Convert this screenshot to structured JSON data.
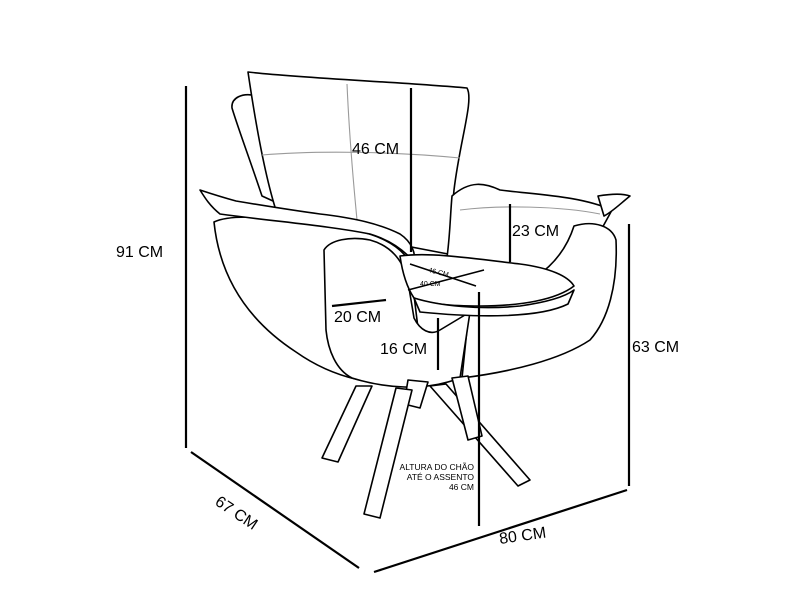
{
  "dimensions": {
    "total_height": "91 CM",
    "backrest_height": "46 CM",
    "armrest_to_seat": "23 CM",
    "arm_height": "63 CM",
    "arm_width": "20 CM",
    "seat_thickness": "16 CM",
    "seat_depth": "46 CM",
    "seat_width": "40 CM",
    "depth": "67 CM",
    "width": "80 CM"
  },
  "note": {
    "line1": "ALTURA DO CHÃO",
    "line2": "ATÉ O ASSENTO",
    "line3": "46 CM"
  }
}
